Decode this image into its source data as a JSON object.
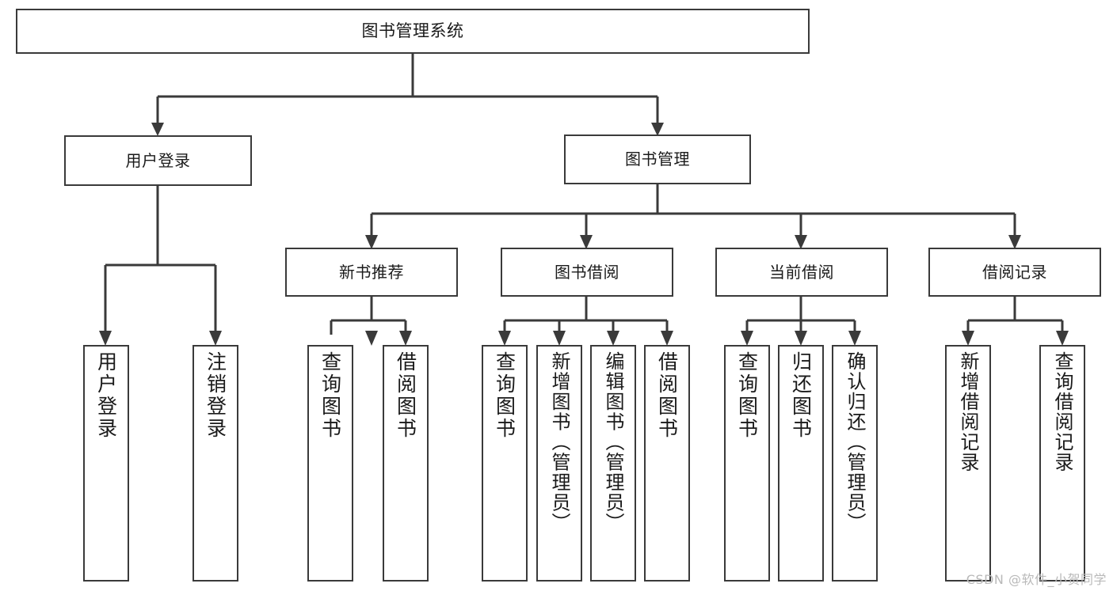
{
  "diagram": {
    "title": "图书管理系统",
    "type": "hierarchy-tree",
    "root": {
      "label": "图书管理系统"
    },
    "tier2": [
      {
        "label": "用户登录"
      },
      {
        "label": "图书管理"
      }
    ],
    "tier3": [
      {
        "label": "新书推荐"
      },
      {
        "label": "图书借阅"
      },
      {
        "label": "当前借阅"
      },
      {
        "label": "借阅记录"
      }
    ],
    "leaves": {
      "user_login": [
        {
          "label": "用户登录"
        },
        {
          "label": "注销登录"
        }
      ],
      "new_book_recommend": [
        {
          "label": "查询图书"
        },
        {
          "label": "借阅图书"
        }
      ],
      "book_borrow": [
        {
          "label": "查询图书"
        },
        {
          "label": "新增图书（管理员）"
        },
        {
          "label": "编辑图书（管理员）"
        },
        {
          "label": "借阅图书"
        }
      ],
      "current_borrow": [
        {
          "label": "查询图书"
        },
        {
          "label": "归还图书"
        },
        {
          "label": "确认归还（管理员）"
        }
      ],
      "borrow_record": [
        {
          "label": "新增借阅记录"
        },
        {
          "label": "查询借阅记录"
        }
      ]
    }
  },
  "watermark": {
    "text": "CSDN @软件_小贺同学"
  },
  "colors": {
    "stroke": "#3a3a3a",
    "fill": "#ffffff",
    "text": "#1a1a1a",
    "watermark": "#b9b9b9"
  }
}
